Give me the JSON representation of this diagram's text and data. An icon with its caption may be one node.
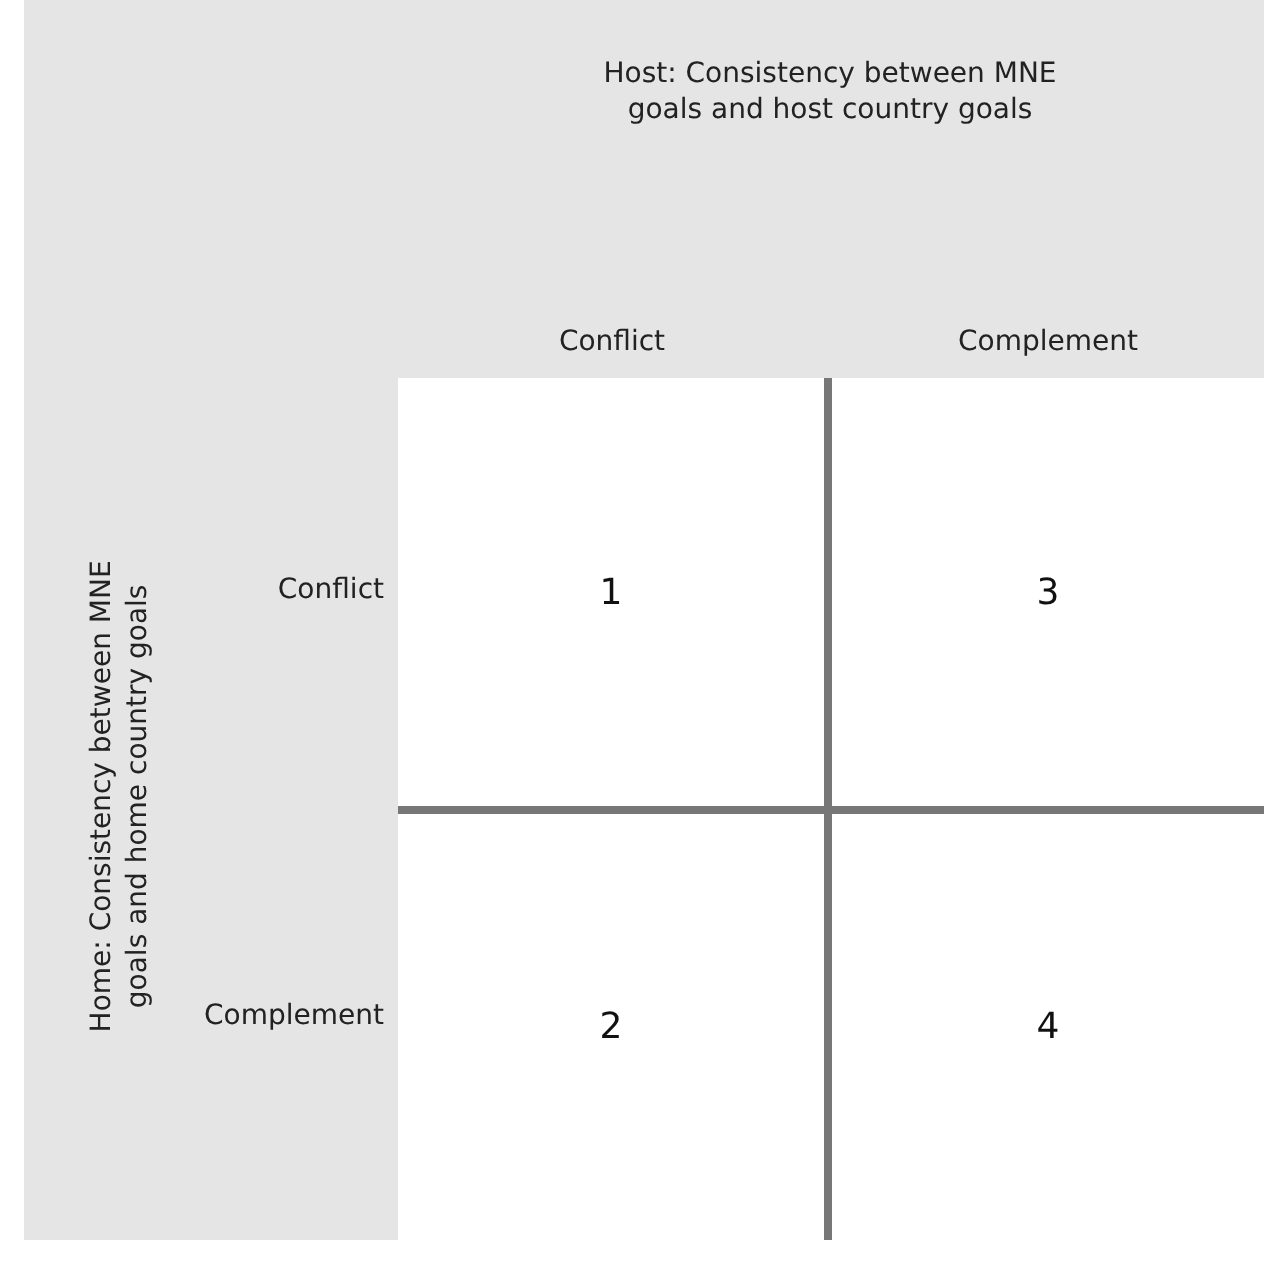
{
  "diagram": {
    "nodes": [
      {
        "text": [
          "1"
        ]
      },
      {
        "text": [
          "3"
        ]
      },
      {
        "text": [
          "2"
        ]
      },
      {
        "text": [
          "4"
        ]
      }
    ],
    "labels": [
      "Host: Consistency between MNE goals and host country goals",
      "Conflict",
      "Complement",
      "Home: Consistency between MNE goals and home country goals",
      "Conflict",
      "Complement"
    ]
  }
}
